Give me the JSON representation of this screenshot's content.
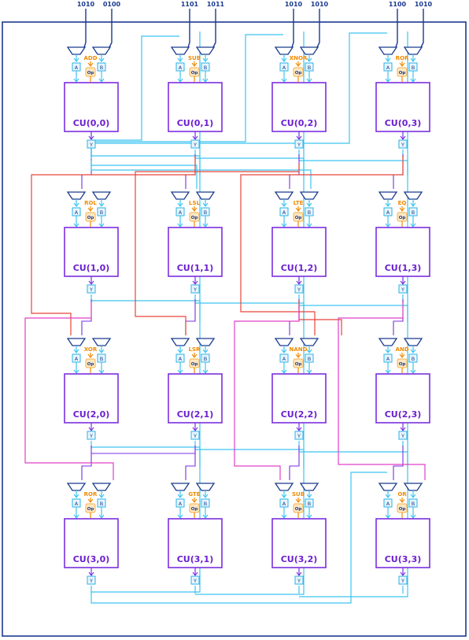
{
  "inputs": [
    "1010",
    "0100",
    "1101",
    "1011",
    "1010",
    "1010",
    "1100",
    "1010"
  ],
  "unit_prefix": "CU",
  "labels": {
    "a": "A",
    "b": "B",
    "op": "Op",
    "y": "Y"
  },
  "grid": [
    [
      {
        "id": "CU(0,0)",
        "op": "ADD"
      },
      {
        "id": "CU(0,1)",
        "op": "SUB"
      },
      {
        "id": "CU(0,2)",
        "op": "XNOR"
      },
      {
        "id": "CU(0,3)",
        "op": "ROR"
      }
    ],
    [
      {
        "id": "CU(1,0)",
        "op": "ROL"
      },
      {
        "id": "CU(1,1)",
        "op": "LSL"
      },
      {
        "id": "CU(1,2)",
        "op": "LTE"
      },
      {
        "id": "CU(1,3)",
        "op": "EQ"
      }
    ],
    [
      {
        "id": "CU(2,0)",
        "op": "XOR"
      },
      {
        "id": "CU(2,1)",
        "op": "LSR"
      },
      {
        "id": "CU(2,2)",
        "op": "NAND"
      },
      {
        "id": "CU(2,3)",
        "op": "AND"
      }
    ],
    [
      {
        "id": "CU(3,0)",
        "op": "ROR"
      },
      {
        "id": "CU(3,1)",
        "op": "GTE"
      },
      {
        "id": "CU(3,2)",
        "op": "SUB"
      },
      {
        "id": "CU(3,3)",
        "op": "OR"
      }
    ]
  ],
  "colors": {
    "frame": "#1a3a8f",
    "mux": "#1a3a8f",
    "op_text": "#f08a00",
    "op_box": "#f5b14a",
    "cu_box": "#7b2fe0",
    "reg_box": "#2ab0e8",
    "wire_cyan": "#3cc4f0",
    "wire_purple": "#7b2fe0",
    "wire_red": "#e8443a",
    "wire_magenta": "#e040c8",
    "input_wire": "#1a3a8f"
  }
}
